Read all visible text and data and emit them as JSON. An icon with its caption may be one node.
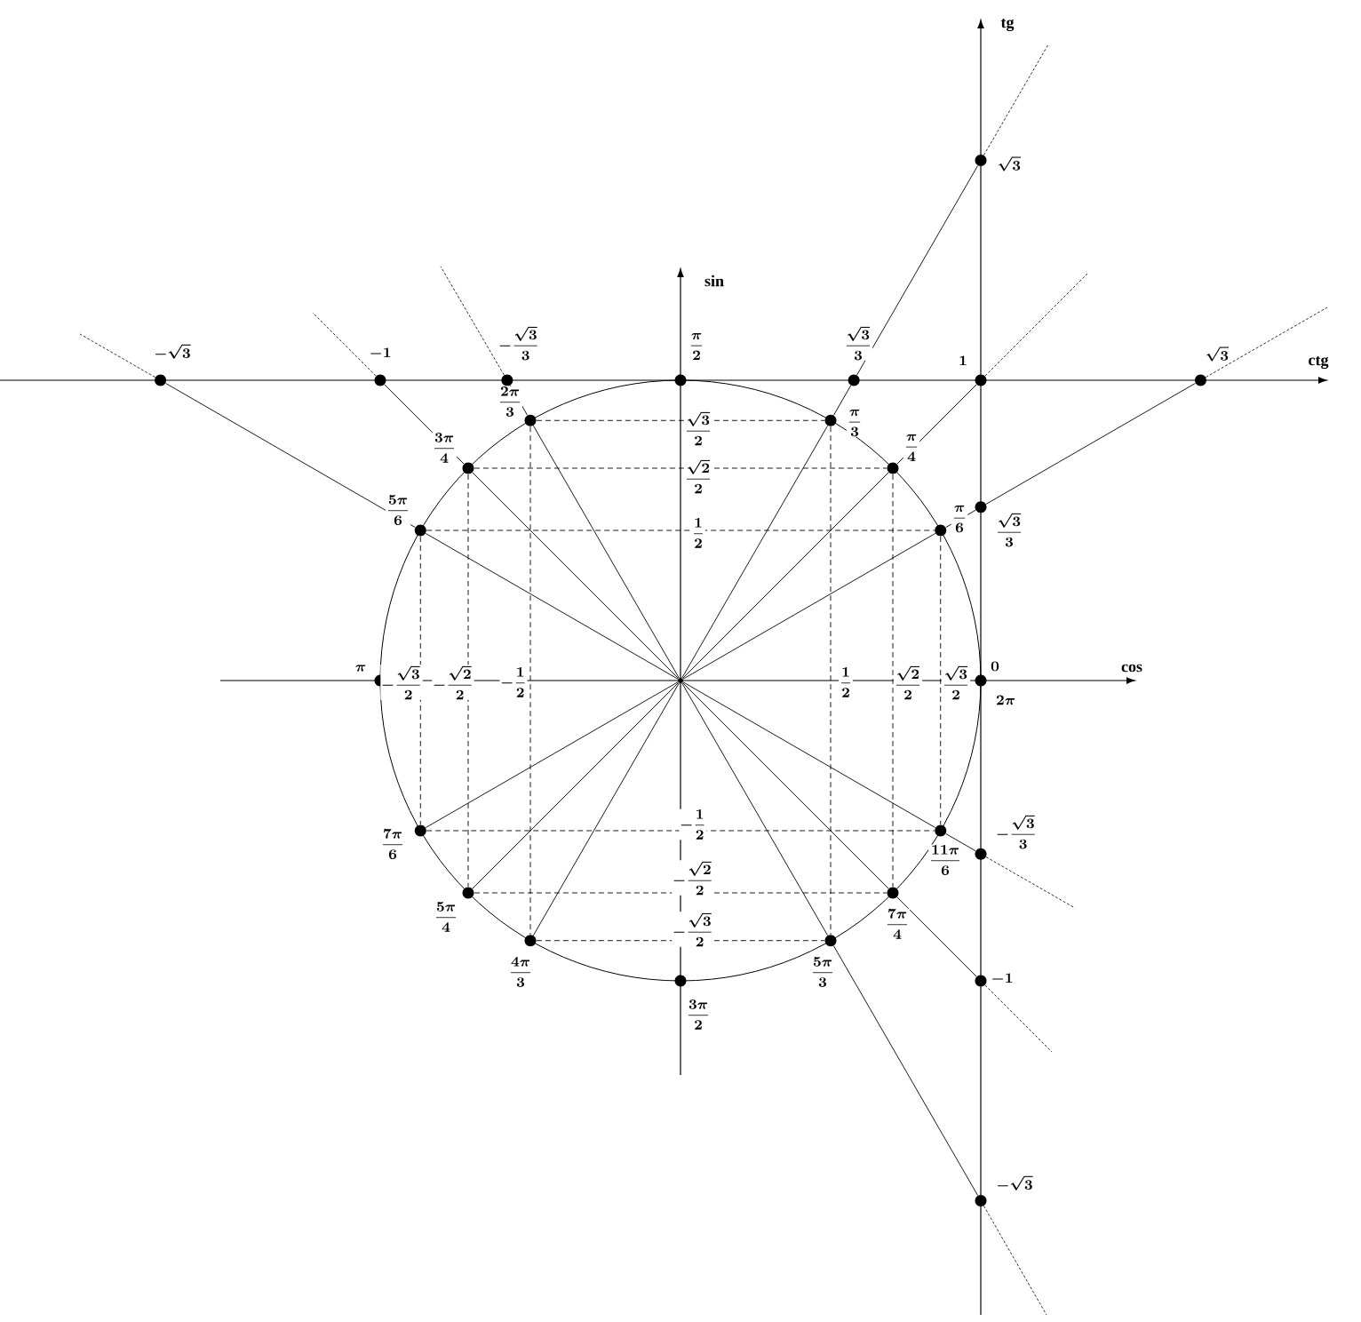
{
  "diagram": {
    "nodes": [
      {
        "text": [],
        "shape": "circle",
        "beside": [
          "\\sqrt{3}"
        ]
      },
      {
        "text": [],
        "shape": "circle",
        "beside": [
          "-\\sqrt{3}"
        ]
      },
      {
        "text": [],
        "shape": "circle",
        "beside": [
          "-1"
        ]
      },
      {
        "text": [],
        "shape": "circle",
        "beside": [
          "-\\frac{\\sqrt{3}}{3}"
        ]
      },
      {
        "text": [],
        "shape": "circle",
        "beside": [
          "\\frac{\\pi}{2}"
        ]
      },
      {
        "text": [],
        "shape": "circle",
        "beside": [
          "\\frac{\\sqrt{3}}{3}"
        ]
      },
      {
        "text": [],
        "shape": "circle",
        "beside": [
          "1"
        ]
      },
      {
        "text": [],
        "shape": "circle",
        "beside": [
          "\\sqrt{3}"
        ]
      },
      {
        "text": [],
        "shape": "circle",
        "beside": [
          "\\frac{2\\pi}{3}"
        ]
      },
      {
        "text": [],
        "shape": "circle",
        "beside": [
          "\\frac{\\pi}{3}"
        ]
      },
      {
        "text": [],
        "shape": "circle",
        "beside": [
          "\\frac{3\\pi}{4}"
        ]
      },
      {
        "text": [],
        "shape": "circle",
        "beside": [
          "\\frac{\\pi}{4}"
        ]
      },
      {
        "text": [],
        "shape": "circle",
        "beside": [
          "\\frac{\\sqrt{3}}{3}"
        ]
      },
      {
        "text": [],
        "shape": "circle",
        "beside": [
          "\\frac{5\\pi}{6}"
        ]
      },
      {
        "text": [],
        "shape": "circle",
        "beside": [
          "\\frac{\\pi}{6}"
        ]
      },
      {
        "text": [],
        "shape": "circle",
        "beside": [
          "\\pi"
        ]
      },
      {
        "text": [],
        "shape": "circle"
      },
      {
        "text": [],
        "shape": "circle",
        "beside": [
          "0",
          "2\\pi"
        ]
      },
      {
        "text": [],
        "shape": "circle",
        "beside": [
          "\\frac{7\\pi}{6}"
        ]
      },
      {
        "text": [],
        "shape": "circle",
        "beside": [
          "\\frac{11\\pi}{6}"
        ]
      },
      {
        "text": [],
        "shape": "circle",
        "beside": [
          "-\\frac{\\sqrt{3}}{3}"
        ]
      },
      {
        "text": [],
        "shape": "circle",
        "beside": [
          "\\frac{5\\pi}{4}"
        ]
      },
      {
        "text": [],
        "shape": "circle",
        "beside": [
          "\\frac{7\\pi}{4}"
        ]
      },
      {
        "text": [],
        "shape": "circle",
        "beside": [
          "\\frac{4\\pi}{3}"
        ]
      },
      {
        "text": [],
        "shape": "circle",
        "beside": [
          "\\frac{5\\pi}{3}"
        ]
      },
      {
        "text": [],
        "shape": "circle",
        "beside": [
          "\\frac{3\\pi}{2}"
        ]
      },
      {
        "text": [],
        "shape": "circle",
        "beside": [
          "-1"
        ]
      },
      {
        "text": [],
        "shape": "circle",
        "beside": [
          "-\\sqrt{3}"
        ]
      }
    ],
    "edges": [
      {
        "from": 16,
        "to": 8,
        "arrow": "none"
      },
      {
        "from": 16,
        "to": 9,
        "arrow": "none"
      },
      {
        "from": 16,
        "to": 10,
        "arrow": "none"
      },
      {
        "from": 16,
        "to": 11,
        "arrow": "none"
      },
      {
        "from": 16,
        "to": 13,
        "arrow": "none"
      },
      {
        "from": 16,
        "to": 14,
        "arrow": "none"
      },
      {
        "from": 16,
        "to": 18,
        "arrow": "none"
      },
      {
        "from": 16,
        "to": 19,
        "arrow": "none"
      },
      {
        "from": 16,
        "to": 21,
        "arrow": "none"
      },
      {
        "from": 16,
        "to": 22,
        "arrow": "none"
      },
      {
        "from": 16,
        "to": 23,
        "arrow": "none"
      },
      {
        "from": 16,
        "to": 24,
        "arrow": "none"
      },
      {
        "from": 9,
        "to": 5,
        "arrow": "none"
      },
      {
        "from": 5,
        "to": 0,
        "arrow": "none"
      },
      {
        "from": 11,
        "to": 6,
        "arrow": "none"
      },
      {
        "from": 14,
        "to": 12,
        "arrow": "none"
      },
      {
        "from": 12,
        "to": 7,
        "arrow": "none"
      },
      {
        "from": 8,
        "to": 3,
        "arrow": "none"
      },
      {
        "from": 10,
        "to": 2,
        "arrow": "none"
      },
      {
        "from": 13,
        "to": 1,
        "arrow": "none"
      },
      {
        "from": 19,
        "to": 20,
        "arrow": "none"
      },
      {
        "from": 22,
        "to": 26,
        "arrow": "none"
      },
      {
        "from": 24,
        "to": 27,
        "arrow": "none"
      },
      {
        "from": 13,
        "to": 14,
        "arrow": "none",
        "style": "dashed"
      },
      {
        "from": 10,
        "to": 11,
        "arrow": "none",
        "style": "dashed"
      },
      {
        "from": 8,
        "to": 9,
        "arrow": "none",
        "style": "dashed"
      },
      {
        "from": 18,
        "to": 19,
        "arrow": "none",
        "style": "dashed"
      },
      {
        "from": 21,
        "to": 22,
        "arrow": "none",
        "style": "dashed"
      },
      {
        "from": 23,
        "to": 24,
        "arrow": "none",
        "style": "dashed"
      },
      {
        "from": 13,
        "to": 18,
        "arrow": "none",
        "style": "dashed"
      },
      {
        "from": 10,
        "to": 21,
        "arrow": "none",
        "style": "dashed"
      },
      {
        "from": 8,
        "to": 23,
        "arrow": "none",
        "style": "dashed"
      },
      {
        "from": 9,
        "to": 24,
        "arrow": "none",
        "style": "dashed"
      },
      {
        "from": 11,
        "to": 22,
        "arrow": "none",
        "style": "dashed"
      },
      {
        "from": 14,
        "to": 19,
        "arrow": "none",
        "style": "dashed"
      }
    ],
    "labels": [
      "tg",
      "sin",
      "ctg",
      "\\frac{\\sqrt{3}}{2}",
      "\\frac{\\sqrt{2}}{2}",
      "\\frac{1}{2}",
      "cos",
      "-\\frac{\\sqrt{3}}{2}",
      "-\\frac{\\sqrt{2}}{2}",
      "-\\frac{1}{2}",
      "\\frac{1}{2}",
      "\\frac{\\sqrt{2}}{2}",
      "\\frac{\\sqrt{3}}{2}",
      "-\\frac{1}{2}",
      "-\\frac{\\sqrt{2}}{2}",
      "-\\frac{\\sqrt{3}}{2}"
    ]
  }
}
